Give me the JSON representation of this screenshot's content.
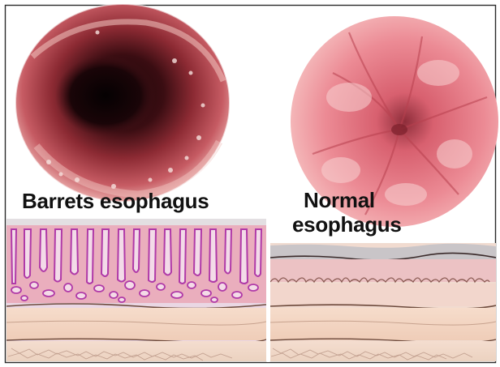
{
  "panels": {
    "barrett": {
      "title": "Barrets esophagus",
      "mucosa_color": "#e6a8b8",
      "gland_outline_color": "#b03aa8",
      "endoscopy_lumen_color": "#2a0a0c"
    },
    "normal": {
      "title_line1": "Normal",
      "title_line2": "esophagus",
      "mucosa_color": "#e9b9bc",
      "endoscopy_wall_color": "#e07a86"
    }
  },
  "colors": {
    "frame": "#2b2b2b",
    "submucosa": "#f3d6c4",
    "muscle": "#f0d8c8",
    "tissue_line": "#6d4a3c"
  }
}
